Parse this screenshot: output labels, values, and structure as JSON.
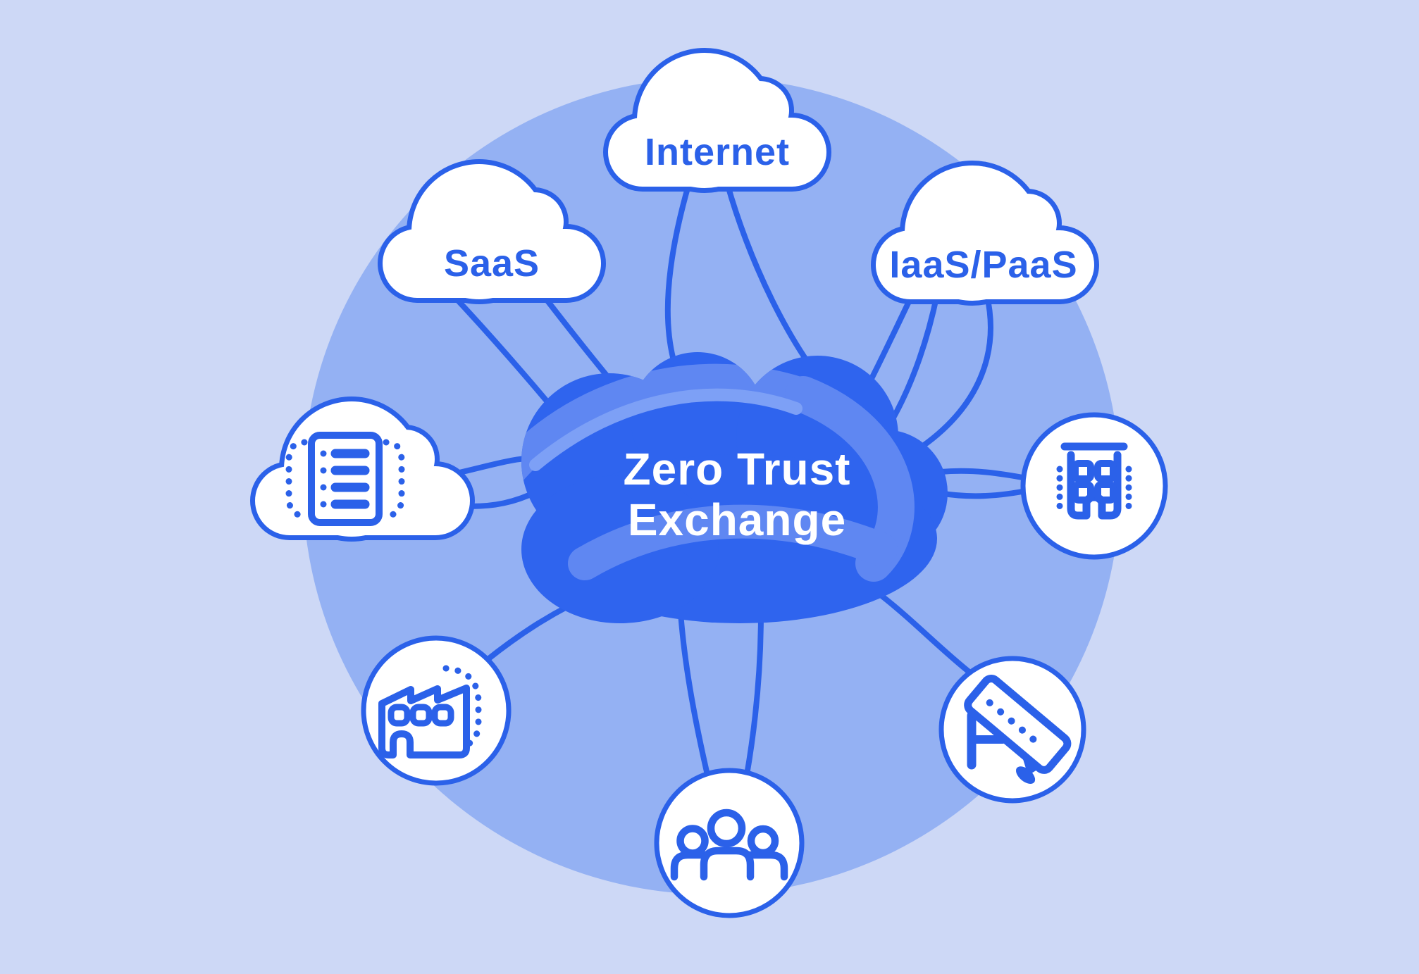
{
  "title": "Zero Trust Exchange diagram",
  "colors": {
    "background": "#cdd8f6",
    "inner_circle": "#94b1f3",
    "primary_blue": "#2b61e9",
    "center_cloud_fill": "#2f64ee",
    "swoosh_light": "#5f87f2",
    "swoosh_highlight": "#7da0f6",
    "node_fill": "#ffffff",
    "center_text": "#ffffff"
  },
  "center": {
    "line1": "Zero Trust",
    "line2": "Exchange",
    "icon": "cloud-swoosh-logo"
  },
  "nodes": {
    "internet": {
      "label": "Internet",
      "shape": "cloud"
    },
    "saas": {
      "label": "SaaS",
      "shape": "cloud"
    },
    "iaas": {
      "label": "IaaS/PaaS",
      "shape": "cloud"
    },
    "datacenter": {
      "icon": "server-list-icon",
      "shape": "cloud"
    },
    "office": {
      "icon": "office-building-icon",
      "shape": "circle"
    },
    "factory": {
      "icon": "factory-icon",
      "shape": "circle"
    },
    "users": {
      "icon": "users-group-icon",
      "shape": "circle"
    },
    "camera": {
      "icon": "security-camera-icon",
      "shape": "circle"
    }
  }
}
